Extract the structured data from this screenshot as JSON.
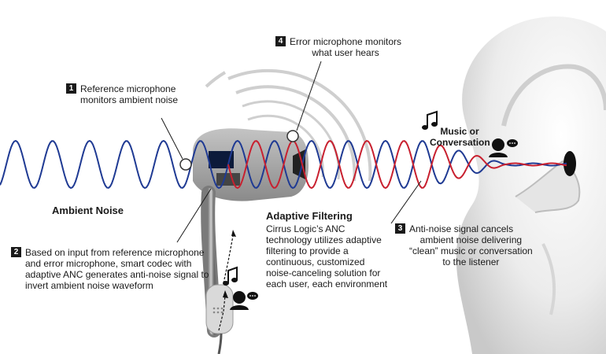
{
  "callouts": {
    "c1": {
      "num": "1",
      "line1": "Reference microphone",
      "line2": "monitors ambient noise"
    },
    "c2": {
      "num": "2",
      "line1": "Based on input from reference microphone",
      "line2": "and error microphone, smart codec with",
      "line3": "adaptive ANC generates anti-noise signal to",
      "line4": "invert ambient noise waveform"
    },
    "c3": {
      "num": "3",
      "line1": "Anti-noise signal cancels",
      "line2": "ambient noise delivering",
      "line3": "“clean” music or conversation",
      "line4": "to the listener"
    },
    "c4": {
      "num": "4",
      "line1": "Error microphone monitors",
      "line2": "what user hears"
    }
  },
  "labels": {
    "ambient_noise": "Ambient Noise",
    "music_line1": "Music or",
    "music_line2": "Conversation",
    "adaptive_title": "Adaptive Filtering",
    "adaptive_l1": "Cirrus Logic’s ANC",
    "adaptive_l2": "technology utilizes adaptive",
    "adaptive_l3": "filtering to provide a",
    "adaptive_l4": "continuous, customized",
    "adaptive_l5": "noise-canceling solution for",
    "adaptive_l6": "each user, each environment"
  },
  "colors": {
    "ambient_wave": "#1f3a93",
    "anti_noise_wave": "#c8202f",
    "earbud": "#9a9a9a"
  },
  "icons": [
    "music-note-icon",
    "person-speaking-icon",
    "chip-icon",
    "microphone-icon",
    "speaker-icon"
  ]
}
